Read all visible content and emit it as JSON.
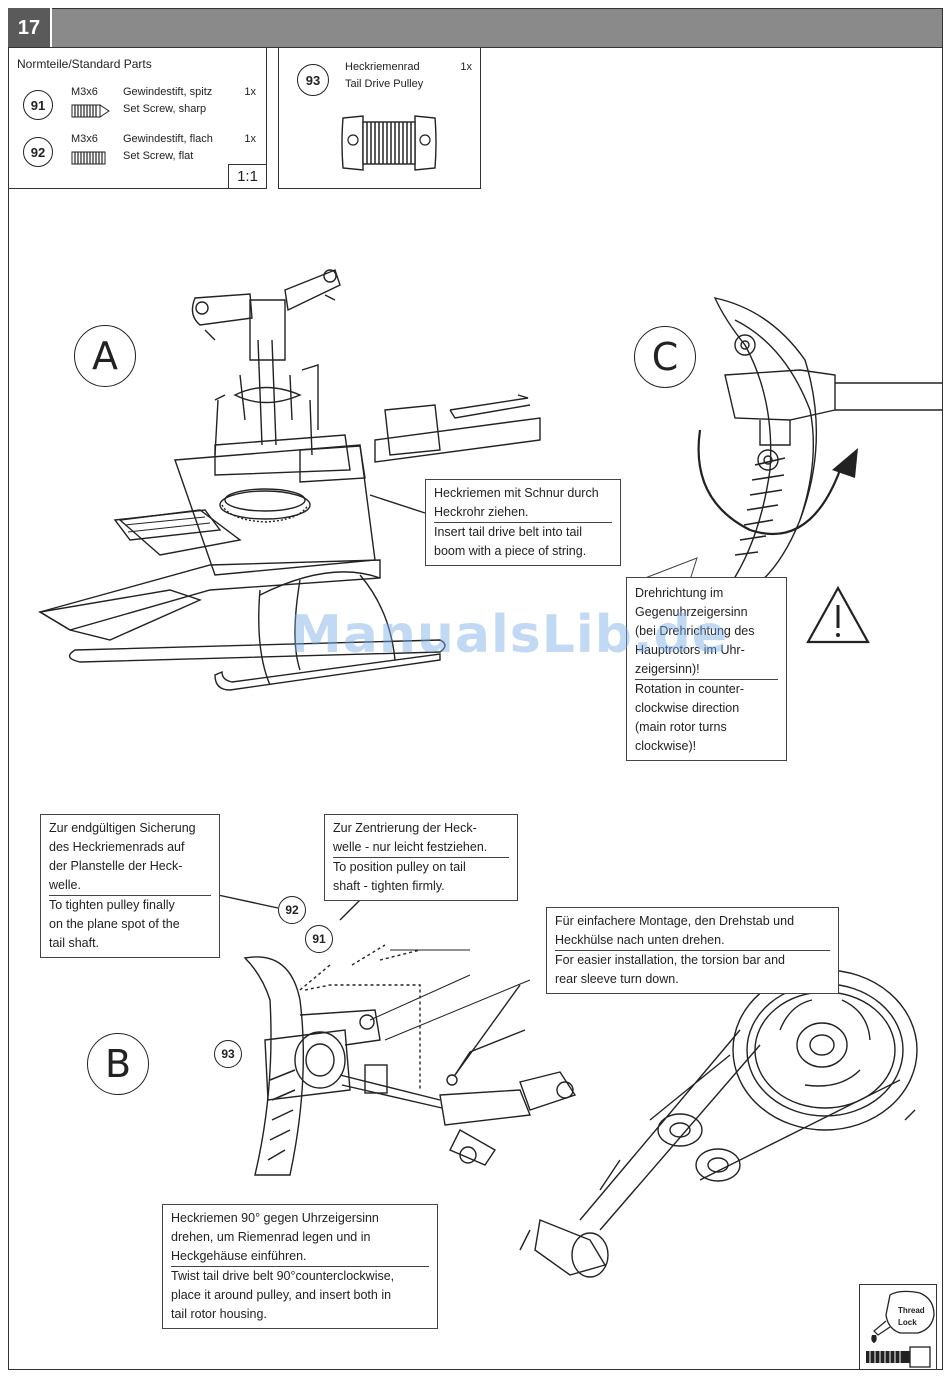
{
  "step": {
    "number": "17"
  },
  "parts": {
    "title": "Normteile/Standard Parts",
    "scale": "1:1",
    "items": [
      {
        "num": "91",
        "size": "M3x6",
        "name_de": "Gewindestift, spitz",
        "name_en": "Set Screw, sharp",
        "qty": "1x"
      },
      {
        "num": "92",
        "size": "M3x6",
        "name_de": "Gewindestift, flach",
        "name_en": "Set Screw, flat",
        "qty": "1x"
      }
    ]
  },
  "pulley": {
    "num": "93",
    "name_de": "Heckriemenrad",
    "name_en": "Tail Drive Pulley",
    "qty": "1x"
  },
  "sections": {
    "a": "A",
    "b": "B",
    "c": "C"
  },
  "callouts": {
    "tail_belt_string": {
      "de": [
        "Heckriemen mit Schnur durch",
        "Heckrohr ziehen."
      ],
      "en": [
        "Insert tail drive belt into tail",
        "boom with a piece of string."
      ]
    },
    "rotation": {
      "de": [
        "Drehrichtung im",
        "Gegenuhrzeigersinn",
        "(bei Drehrichtung des",
        "Hauptrotors im Uhr-",
        "zeigersinn)!"
      ],
      "en": [
        "Rotation in counter-",
        "clockwise direction",
        "(main rotor turns",
        "clockwise)!"
      ]
    },
    "final_securing": {
      "de": [
        "Zur endgültigen Sicherung",
        "des Heckriemenrads auf",
        "der Planstelle der Heck-",
        "welle."
      ],
      "en": [
        "To tighten pulley finally",
        "on the plane spot of the",
        "tail shaft."
      ]
    },
    "centering": {
      "de": [
        "Zur Zentrierung der Heck-",
        "welle - nur leicht festziehen."
      ],
      "en": [
        "To position pulley on tail",
        "shaft - tighten firmly."
      ]
    },
    "easier_install": {
      "de": [
        "Für einfachere Montage, den Drehstab und",
        "Heckhülse nach unten drehen."
      ],
      "en": [
        "For easier installation, the torsion bar and",
        "rear sleeve turn down."
      ]
    },
    "twist_belt": {
      "de": [
        "Heckriemen 90° gegen Uhrzeigersinn",
        "drehen, um Riemenrad legen und in",
        "Heckgehäuse einführen."
      ],
      "en": [
        "Twist tail drive belt 90°counterclockwise,",
        "place it around pulley, and insert both in",
        "tail rotor housing."
      ]
    }
  },
  "labels": {
    "n92": "92",
    "n91": "91",
    "n93": "93"
  },
  "thread_lock": {
    "line1": "Thread",
    "line2": "Lock"
  },
  "watermark": "ManualsLib.de",
  "icons": [
    "warning-icon",
    "rotation-arrow-icon",
    "set-screw-sharp-icon",
    "set-screw-flat-icon",
    "pulley-icon",
    "thread-lock-icon"
  ]
}
